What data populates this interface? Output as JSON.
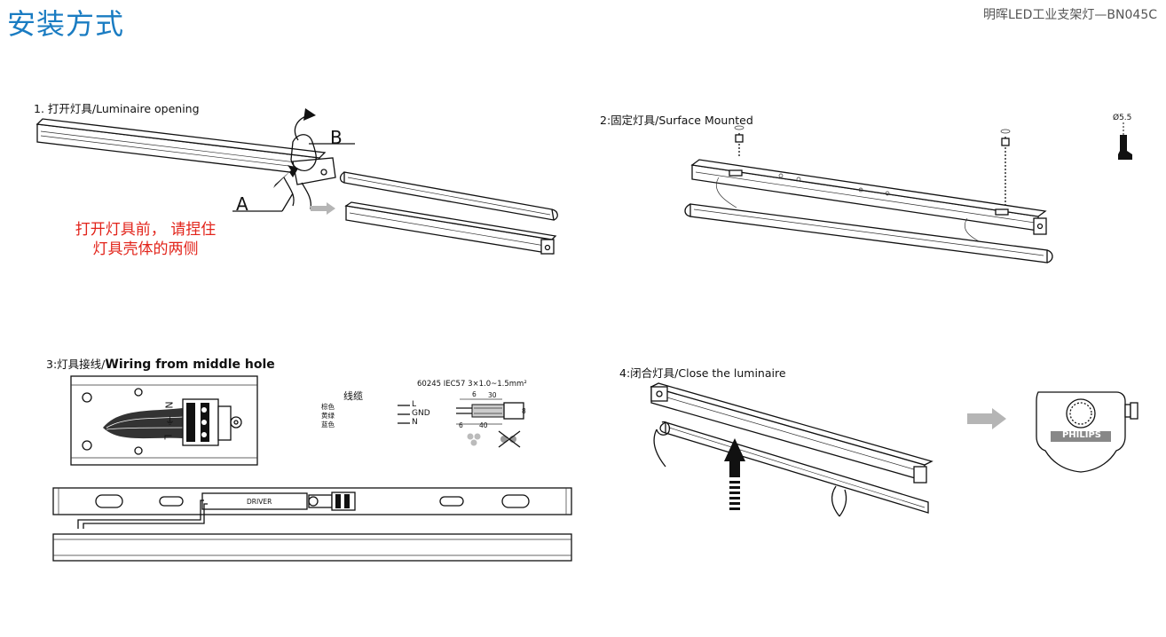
{
  "header": {
    "title": "安装方式",
    "product": "明晖LED工业支架灯—BN045C"
  },
  "step1": {
    "label": "1. 打开灯具/Luminaire opening",
    "point_a": "A",
    "point_b": "B",
    "warning_line1": "打开灯具前， 请捏住",
    "warning_line2": "灯具壳体的两侧"
  },
  "step2": {
    "label": "2:固定灯具/Surface Mounted",
    "screw_size": "Ø5.5"
  },
  "step3": {
    "label_prefix": "3:灯具接线/",
    "label_bold": "Wiring from middle hole",
    "terminal_n": "N",
    "terminal_gnd": "⏚",
    "terminal_l": "L",
    "cable_title": "线缆",
    "cable_spec": "60245 IEC57 3×1.0~1.5mm²",
    "wires": [
      {
        "color": "棕色",
        "signal": "L"
      },
      {
        "color": "黄绿",
        "signal": "GND"
      },
      {
        "color": "蓝色",
        "signal": "N"
      }
    ],
    "dims": {
      "d1": "6",
      "d2": "30",
      "d3": "6",
      "d4": "40",
      "d5": "8"
    },
    "driver_label": "DRIVER"
  },
  "step4": {
    "label": "4:闭合灯具/Close the luminaire",
    "brand": "PHILIPS"
  },
  "colors": {
    "title_blue": "#1a7cc2",
    "warning_red": "#e2231a",
    "arrow_gray": "#b5b5b5"
  }
}
